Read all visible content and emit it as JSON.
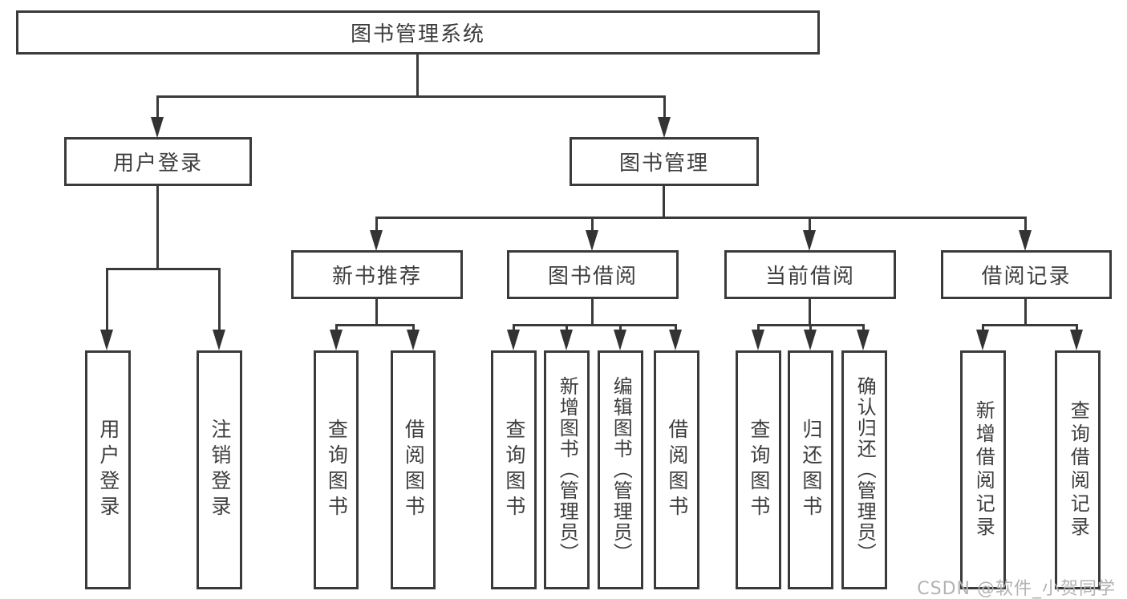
{
  "diagram": {
    "root": {
      "label": "图书管理系统"
    },
    "level2": {
      "user_login": "用户登录",
      "book_mgmt": "图书管理"
    },
    "level3": {
      "new_books": "新书推荐",
      "borrowing": "图书借阅",
      "current": "当前借阅",
      "records": "借阅记录"
    },
    "leaves": {
      "user_login": "用户登录",
      "logout": "注销登录",
      "nb_query": "查询图书",
      "nb_borrow": "借阅图书",
      "bw_query": "查询图书",
      "bw_add": "新增图书（管理员）",
      "bw_edit": "编辑图书（管理员）",
      "bw_borrow": "借阅图书",
      "cur_query": "查询图书",
      "cur_return": "归还图书",
      "cur_confirm": "确认归还（管理员）",
      "rec_add": "新增借阅记录",
      "rec_query": "查询借阅记录"
    },
    "watermark": "CSDN @软件_小贺同学"
  }
}
